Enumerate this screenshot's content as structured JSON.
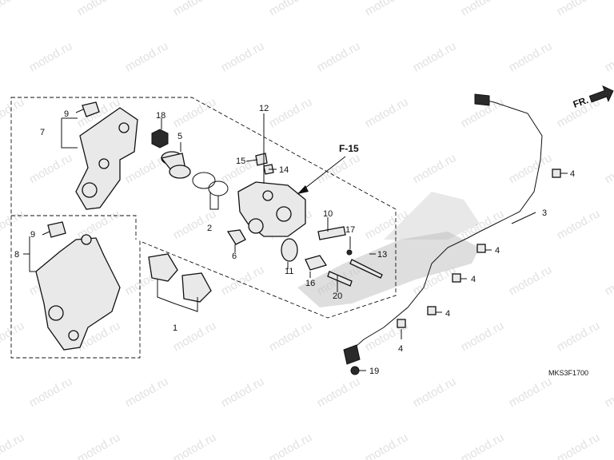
{
  "watermark": "motod.ru",
  "diagram_title": "F-15",
  "direction_label": "FR.",
  "diagram_code": "MKS3F1700",
  "callouts": [
    "1",
    "2",
    "3",
    "4",
    "4",
    "4",
    "4",
    "4",
    "4",
    "5",
    "6",
    "7",
    "8",
    "9",
    "9",
    "10",
    "11",
    "12",
    "13",
    "14",
    "15",
    "16",
    "17",
    "18",
    "19",
    "20"
  ]
}
